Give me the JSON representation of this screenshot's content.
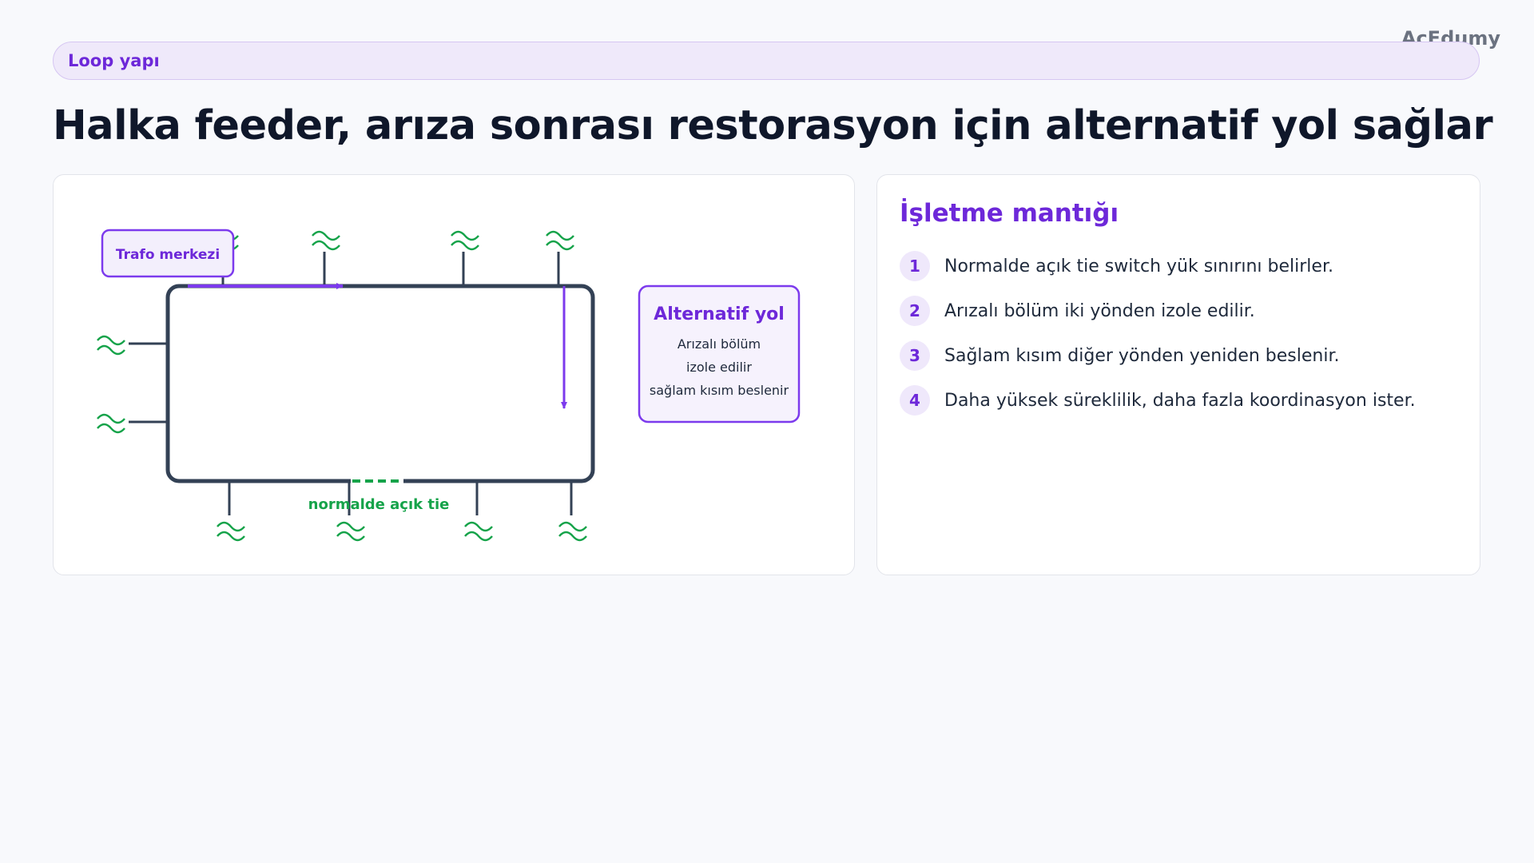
{
  "brand": "AcEdumy",
  "tag": "Loop yapı",
  "title": "Halka feeder, arıza sonrası restorasyon için alternatif yol sağlar",
  "diagram": {
    "source_label": "Trafo merkezi",
    "tie_label": "normalde açık tie",
    "callout_title": "Alternatif yol",
    "callout_lines": [
      "Arızalı bölüm",
      "izole edilir",
      "sağlam kısım beslenir"
    ],
    "colors": {
      "ring": "#334155",
      "path": "#7c3aed",
      "load": "#16a34a",
      "tie": "#16a34a"
    }
  },
  "panel": {
    "title": "İşletme mantığı",
    "steps": [
      {
        "num": "1",
        "text": "Normalde açık tie switch yük sınırını belirler."
      },
      {
        "num": "2",
        "text": "Arızalı bölüm iki yönden izole edilir."
      },
      {
        "num": "3",
        "text": "Sağlam kısım diğer yönden yeniden beslenir."
      },
      {
        "num": "4",
        "text": "Daha yüksek süreklilik, daha fazla koordinasyon ister."
      }
    ]
  }
}
